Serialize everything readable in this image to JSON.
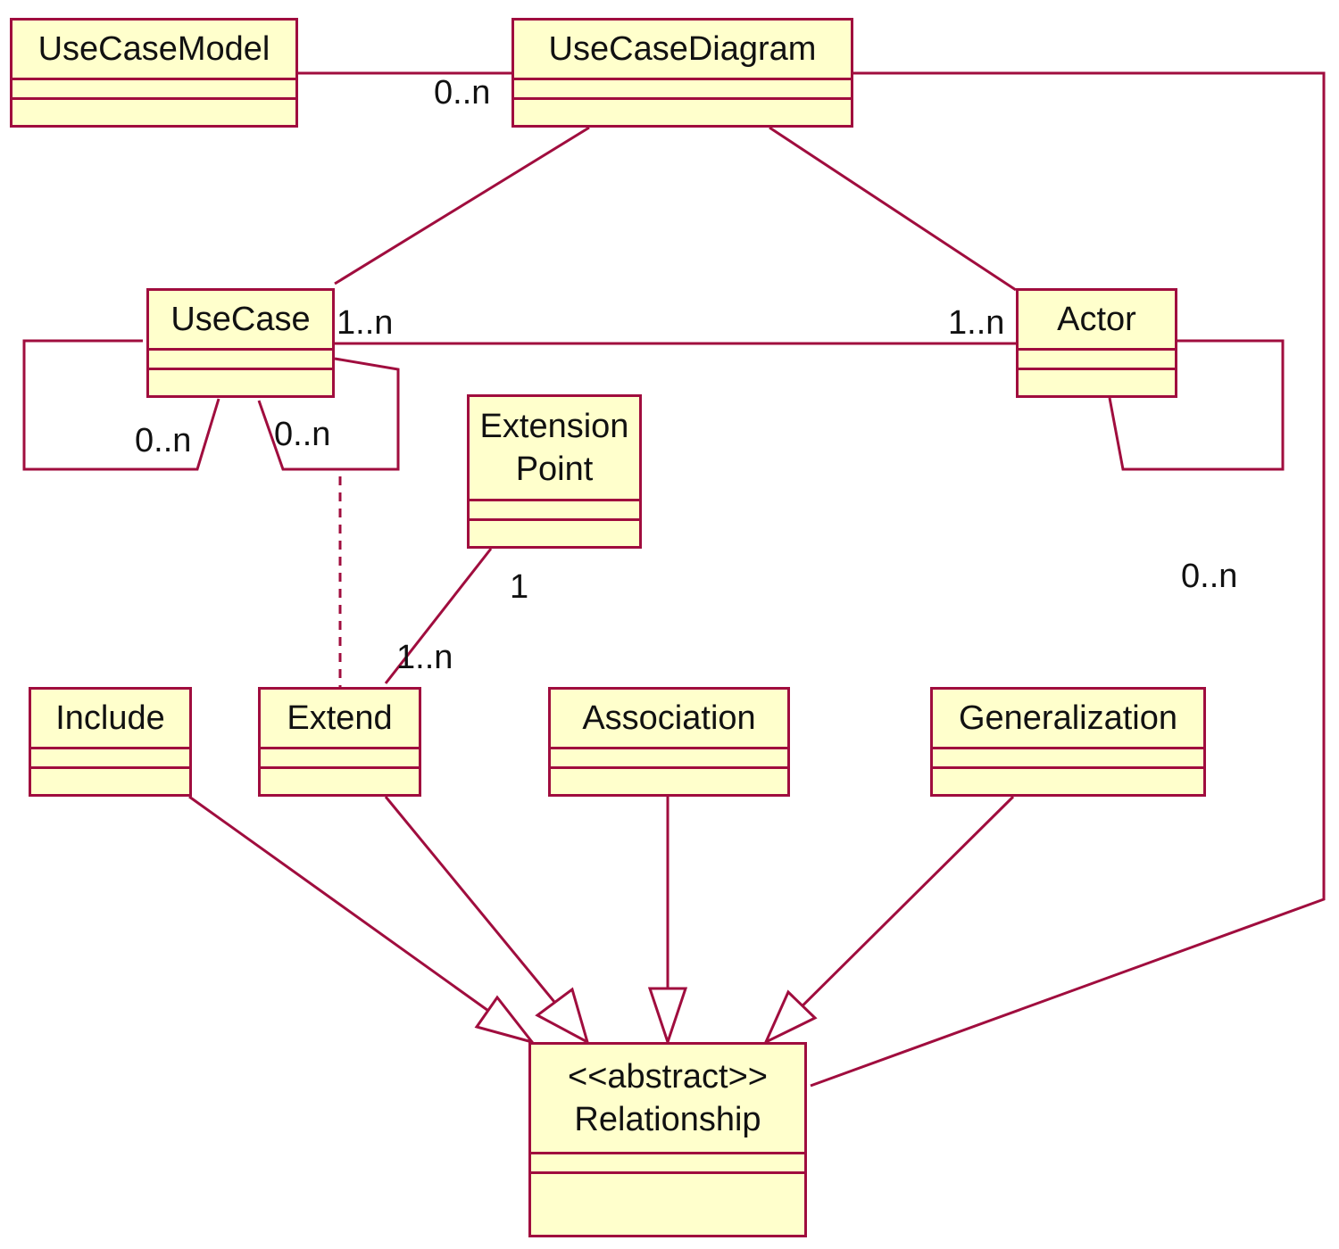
{
  "colors": {
    "line": "#a00d3e",
    "fill": "#ffffcc",
    "text": "#111111"
  },
  "classes": {
    "use_case_model": {
      "name": "UseCaseModel"
    },
    "use_case_diagram": {
      "name": "UseCaseDiagram"
    },
    "use_case": {
      "name": "UseCase"
    },
    "actor": {
      "name": "Actor"
    },
    "extension_point": {
      "name_line1": "Extension",
      "name_line2": "Point"
    },
    "include": {
      "name": "Include"
    },
    "extend": {
      "name": "Extend"
    },
    "association": {
      "name": "Association"
    },
    "generalization": {
      "name": "Generalization"
    },
    "relationship": {
      "stereotype": "<<abstract>>",
      "name": "Relationship"
    }
  },
  "multiplicities": {
    "model_to_diagram": "0..n",
    "usecase_to_actor_left": "1..n",
    "usecase_to_actor_right": "1..n",
    "usecase_self_left": "0..n",
    "usecase_self_right": "0..n",
    "extension_point_end": "1",
    "extend_end": "1..n",
    "diagram_to_relationship": "0..n"
  }
}
